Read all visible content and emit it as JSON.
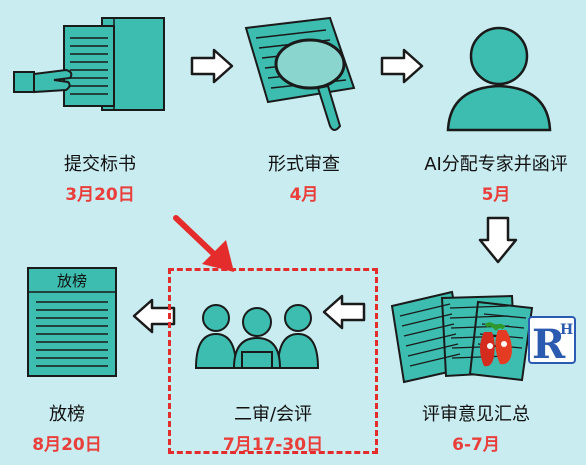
{
  "colors": {
    "background": "#c9ecf1",
    "teal": "#3dbdb0",
    "outline": "#1a1a1a",
    "date_red": "#ea3e3b",
    "highlight_red": "#e52c2c"
  },
  "steps": [
    {
      "label": "提交标书",
      "date": "3月20日",
      "icon": "submit-documents-icon"
    },
    {
      "label": "形式审查",
      "date": "4月",
      "icon": "magnifier-document-icon"
    },
    {
      "label": "AI分配专家并函评",
      "date": "5月",
      "icon": "expert-person-icon"
    },
    {
      "label": "评审意见汇总",
      "date": "6-7月",
      "icon": "documents-stack-icon"
    },
    {
      "label": "二审/会评",
      "date": "7月17-30日",
      "icon": "meeting-group-icon"
    },
    {
      "label": "放榜",
      "date": "8月20日",
      "icon": "results-list-icon"
    }
  ],
  "result_sheet_title": "放榜",
  "logo_text": "RH"
}
